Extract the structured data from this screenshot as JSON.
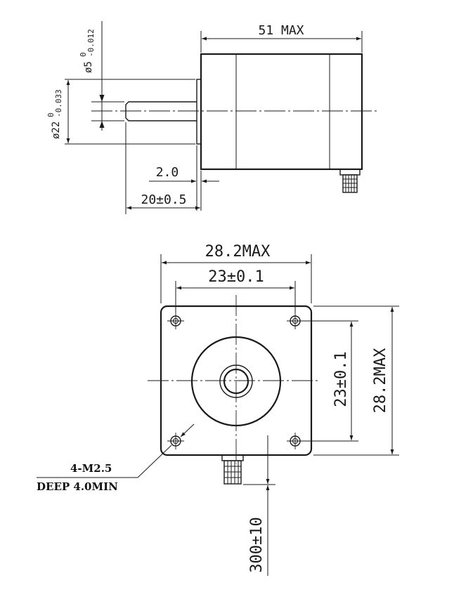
{
  "side_view": {
    "length_label": "51 MAX",
    "shaft_dia_prefix": "ø5",
    "shaft_dia_tol_upper": "0",
    "shaft_dia_tol_lower": "-0.012",
    "boss_dia_prefix": "ø22",
    "boss_dia_tol_upper": "0",
    "boss_dia_tol_lower": "-0.033",
    "boss_height_label": "2.0",
    "shaft_length_label": "20±0.5"
  },
  "front_view": {
    "width_max_label": "28.2MAX",
    "hole_spacing_h_label": "23±0.1",
    "hole_spacing_v_label": "23±0.1",
    "height_max_label": "28.2MAX",
    "thread_label": "4-M2.5",
    "depth_label": "DEEP 4.0MIN",
    "lead_length_label": "300±10"
  }
}
